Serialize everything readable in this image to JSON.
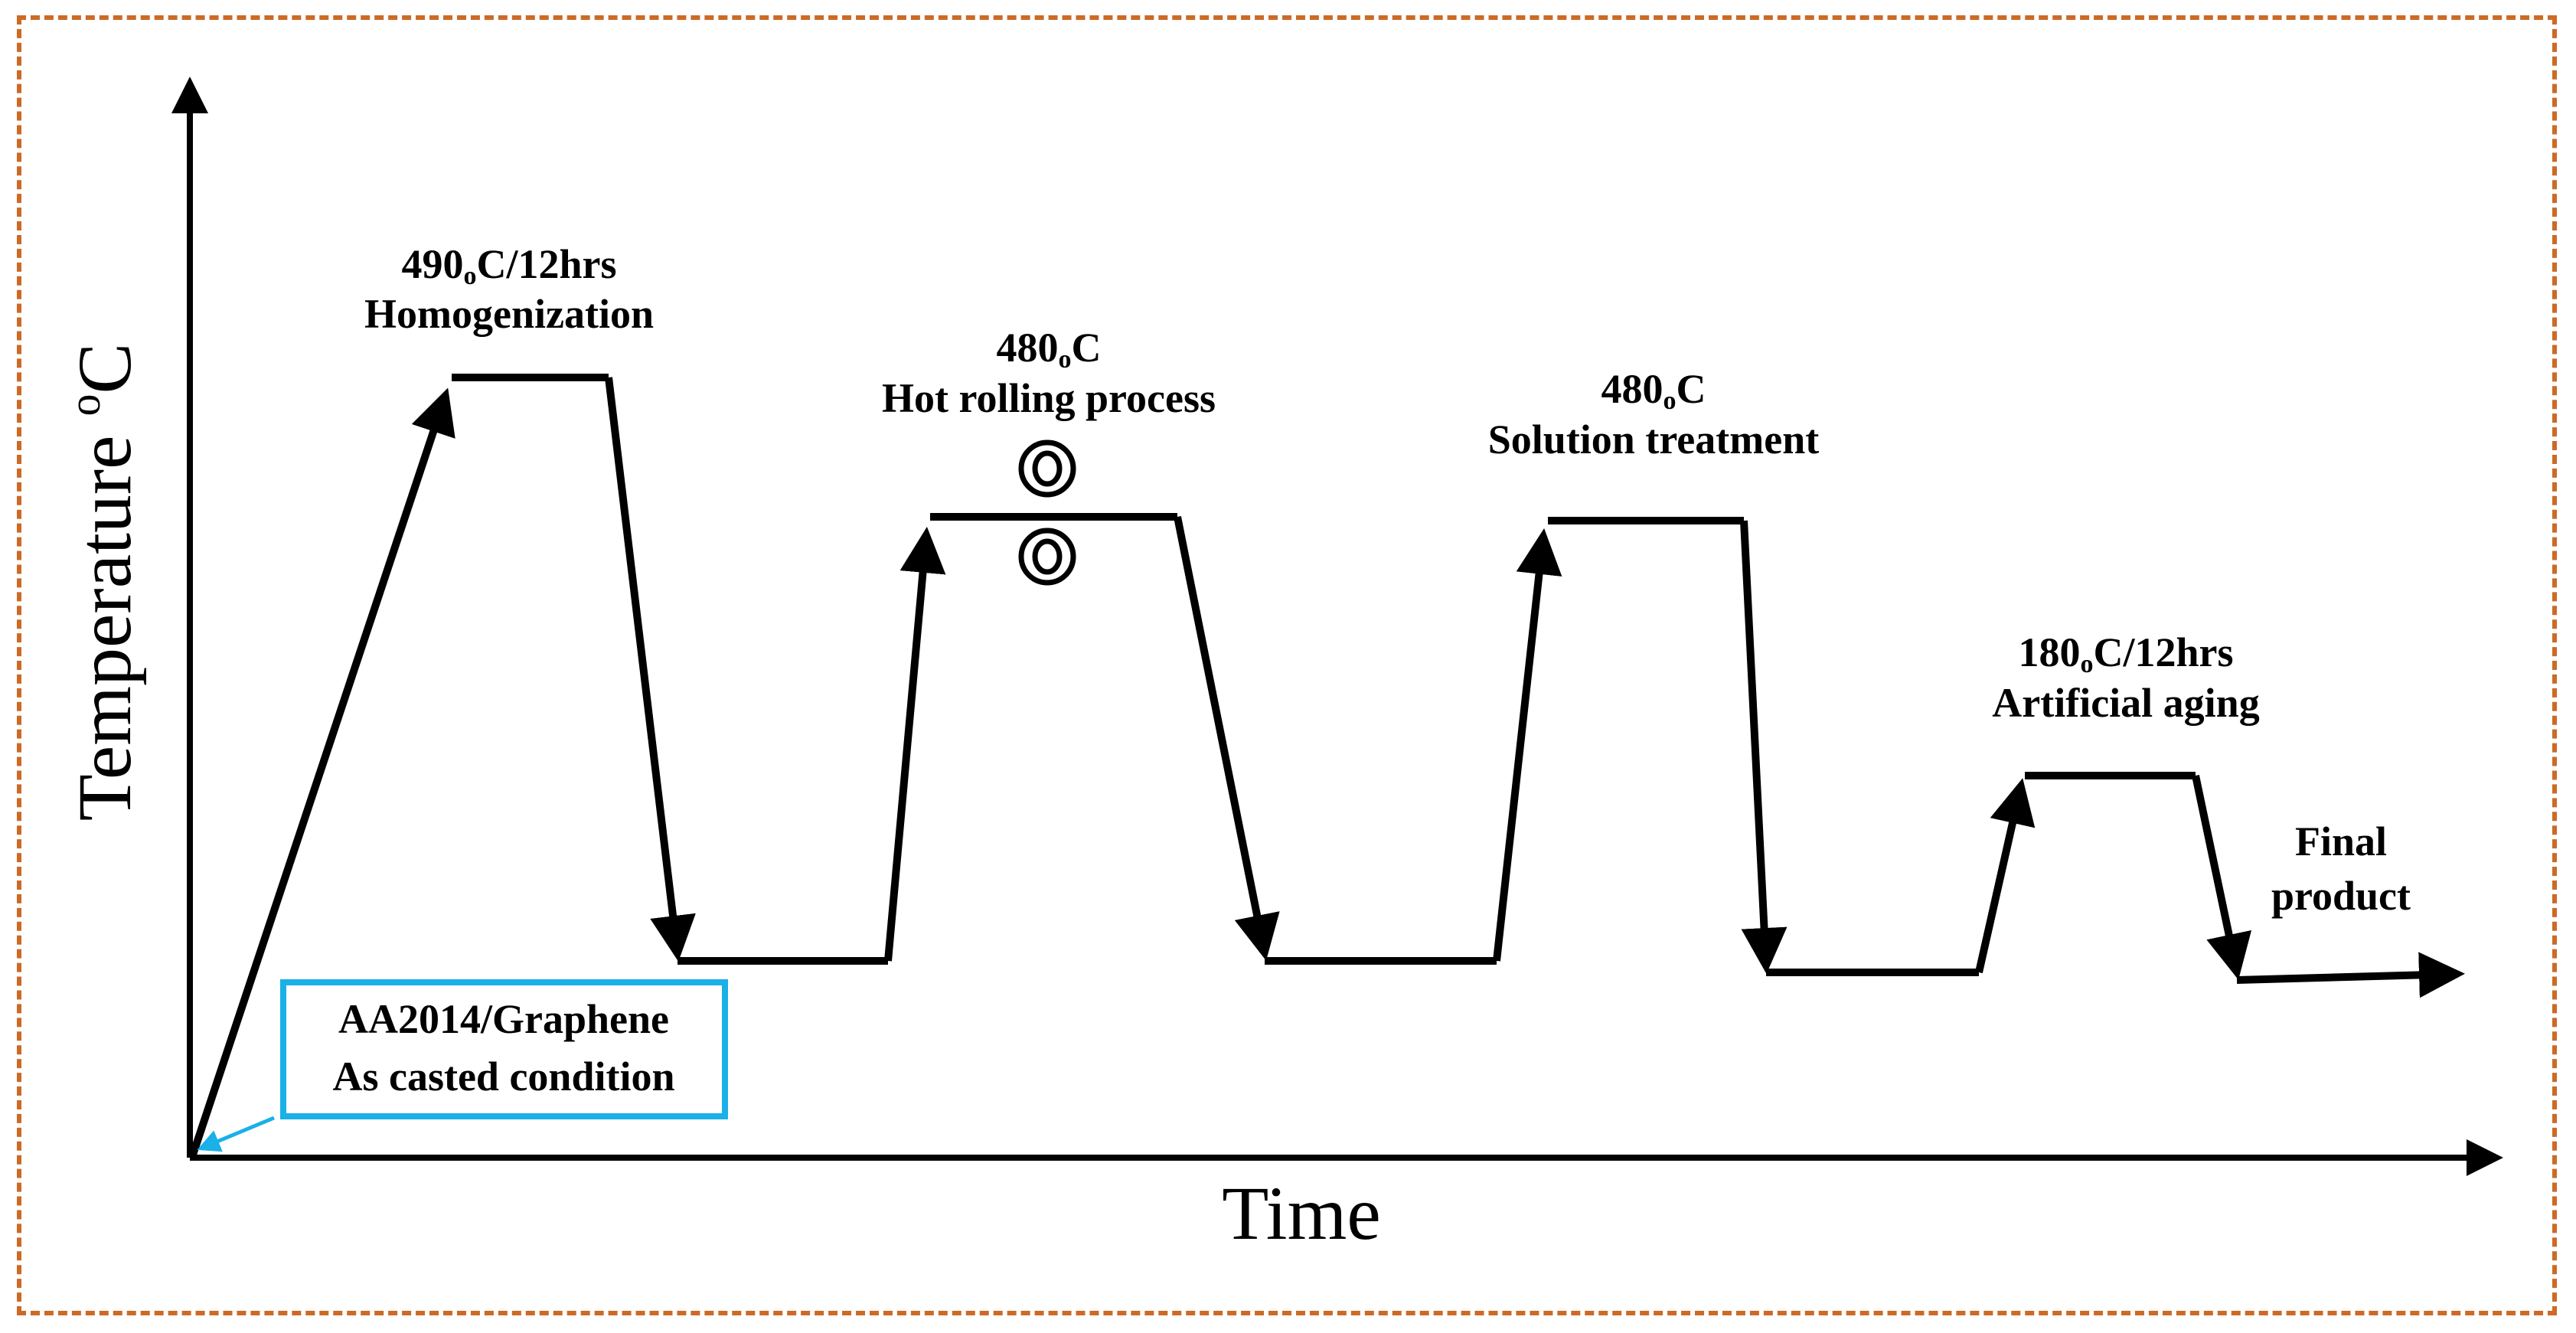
{
  "axes": {
    "y_title": "Temperature",
    "y_unit_sup": "o",
    "y_unit": "C",
    "x_title": "Time"
  },
  "stages": [
    {
      "temp": "490",
      "sup": "o",
      "unit": "C/12hrs",
      "name": "Homogenization"
    },
    {
      "temp": "480",
      "sup": "o",
      "unit": "C",
      "name": "Hot rolling process"
    },
    {
      "temp": "480",
      "sup": "o",
      "unit": "C",
      "name": "Solution treatment"
    },
    {
      "temp": "180",
      "sup": "o",
      "unit": "C/12hrs",
      "name": "Artificial aging"
    }
  ],
  "start_box": {
    "line1": "AA2014/Graphene",
    "line2": "As casted condition"
  },
  "final_label": {
    "line1": "Final",
    "line2": "product"
  },
  "colors": {
    "frame": "#cc6a26",
    "start_box": "#1ab0e8",
    "line": "#000000"
  }
}
